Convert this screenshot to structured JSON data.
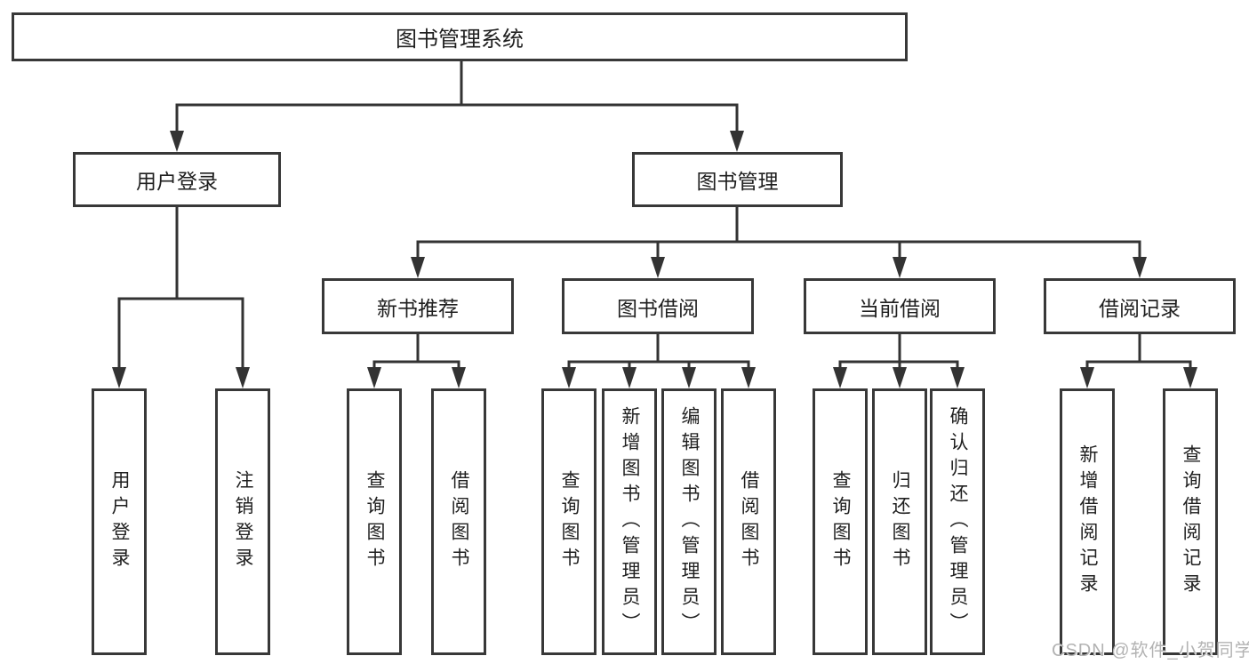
{
  "tree": {
    "root": "图书管理系统",
    "branches": [
      {
        "label": "用户登录",
        "leaves": [
          "用户登录",
          "注销登录"
        ]
      },
      {
        "label": "图书管理",
        "groups": [
          {
            "label": "新书推荐",
            "leaves": [
              "查询图书",
              "借阅图书"
            ]
          },
          {
            "label": "图书借阅",
            "leaves": [
              "查询图书",
              "新增图书（管理员）",
              "编辑图书（管理员）",
              "借阅图书"
            ]
          },
          {
            "label": "当前借阅",
            "leaves": [
              "查询图书",
              "归还图书",
              "确认归还（管理员）"
            ]
          },
          {
            "label": "借阅记录",
            "leaves": [
              "新增借阅记录",
              "查询借阅记录"
            ]
          }
        ]
      }
    ]
  },
  "watermark": "CSDN @软件_小贺同学",
  "colors": {
    "line": "#333333",
    "box_border": "#383838",
    "text": "#1f1f1f",
    "watermark": "#b3b3b3",
    "background": "#ffffff"
  }
}
